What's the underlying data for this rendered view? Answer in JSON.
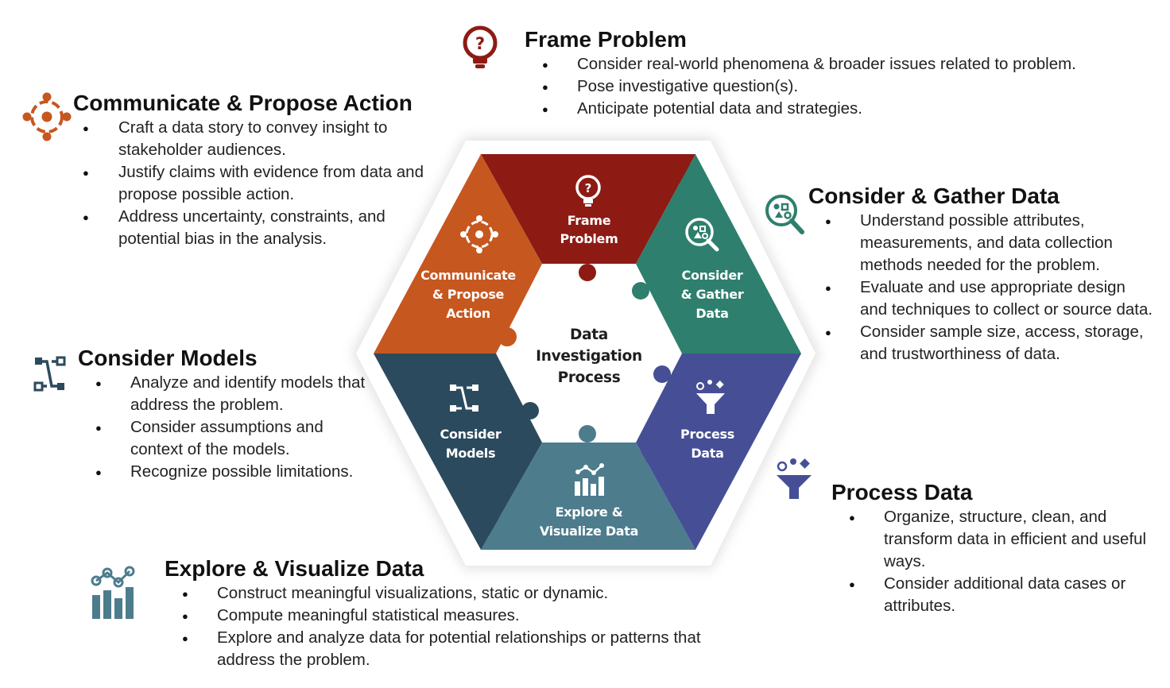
{
  "colors": {
    "frame": "#8d1b14",
    "gather": "#2e7f6d",
    "process": "#464f95",
    "explore": "#4d7c8d",
    "models": "#2b4a5e",
    "communicate": "#c6571f"
  },
  "center": {
    "line1": "Data",
    "line2": "Investigation",
    "line3": "Process"
  },
  "pieces": {
    "frame": {
      "icon": "question-lightbulb-icon",
      "line1": "Frame",
      "line2": "Problem"
    },
    "gather": {
      "icon": "magnifier-shapes-icon",
      "line1": "Consider",
      "line2": "& Gather",
      "line3": "Data"
    },
    "process": {
      "icon": "funnel-icon",
      "line1": "Process",
      "line2": "Data"
    },
    "explore": {
      "icon": "bar-chart-icon",
      "line1": "Explore &",
      "line2": "Visualize Data"
    },
    "models": {
      "icon": "flow-model-icon",
      "line1": "Consider",
      "line2": "Models"
    },
    "communicate": {
      "icon": "target-dots-icon",
      "line1": "Communicate",
      "line2": "& Propose",
      "line3": "Action"
    }
  },
  "sections": {
    "frame": {
      "title": "Frame Problem",
      "bullets": [
        "Consider real-world phenomena & broader issues related to problem.",
        "Pose investigative question(s).",
        "Anticipate potential data and strategies."
      ]
    },
    "communicate": {
      "title": "Communicate & Propose Action",
      "bullets": [
        "Craft a data story to convey insight to stakeholder audiences.",
        "Justify claims with evidence from data and propose possible action.",
        "Address uncertainty, constraints, and potential bias in the analysis."
      ]
    },
    "gather": {
      "title": "Consider & Gather Data",
      "bullets": [
        "Understand possible attributes, measurements, and data collection methods needed for the problem.",
        "Evaluate and use appropriate design and techniques to collect or source data.",
        "Consider sample size, access, storage, and trustworthiness of data."
      ]
    },
    "models": {
      "title": "Consider Models",
      "bullets": [
        "Analyze and identify models that address the problem.",
        "Consider assumptions and context of the models.",
        "Recognize possible limitations."
      ]
    },
    "process": {
      "title": "Process Data",
      "bullets": [
        "Organize, structure, clean, and transform data in efficient and useful ways.",
        "Consider additional data cases or attributes."
      ]
    },
    "explore": {
      "title": "Explore & Visualize Data",
      "bullets": [
        "Construct meaningful visualizations, static or dynamic.",
        "Compute meaningful statistical measures.",
        "Explore and analyze data for potential relationships or patterns that address the problem."
      ]
    }
  }
}
